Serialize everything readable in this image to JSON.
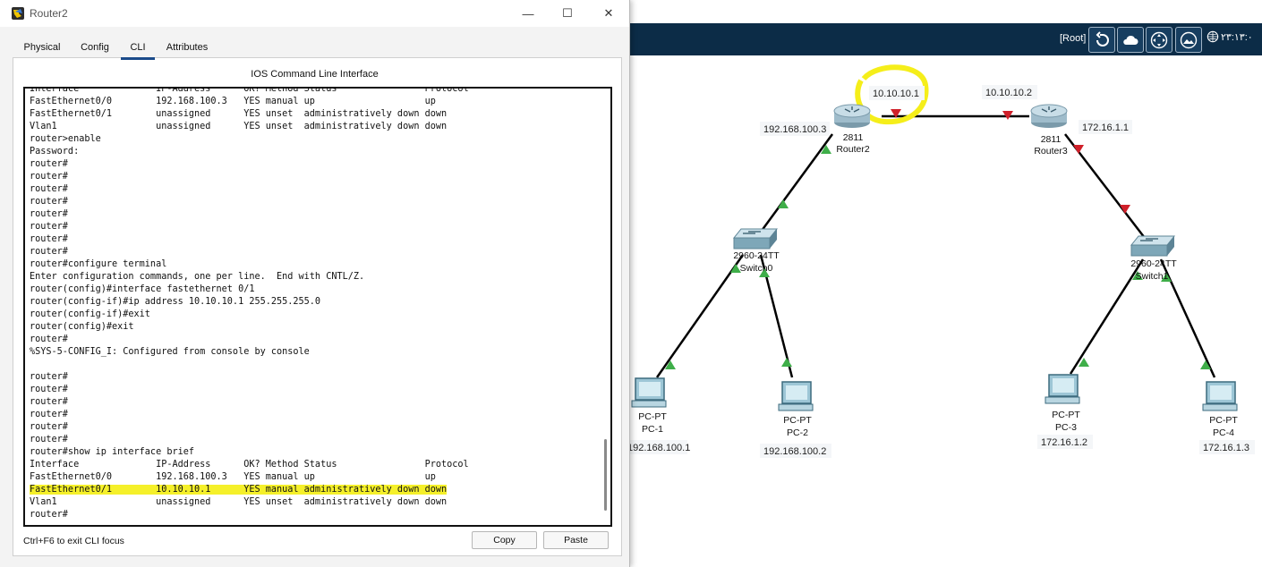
{
  "window": {
    "title": "Router2",
    "minimize": "—",
    "maximize": "☐",
    "close": "✕"
  },
  "tabs": [
    {
      "label": "Physical"
    },
    {
      "label": "Config"
    },
    {
      "label": "CLI",
      "active": true
    },
    {
      "label": "Attributes"
    }
  ],
  "cli": {
    "heading": "IOS Command Line Interface",
    "lines": [
      "Interface              IP-Address      OK? Method Status                Protocol",
      "FastEthernet0/0        192.168.100.3   YES manual up                    up",
      "FastEthernet0/1        unassigned      YES unset  administratively down down",
      "Vlan1                  unassigned      YES unset  administratively down down",
      "router>enable",
      "Password:",
      "router#",
      "router#",
      "router#",
      "router#",
      "router#",
      "router#",
      "router#",
      "router#",
      "router#configure terminal",
      "Enter configuration commands, one per line.  End with CNTL/Z.",
      "router(config)#interface fastethernet 0/1",
      "router(config-if)#ip address 10.10.10.1 255.255.255.0",
      "router(config-if)#exit",
      "router(config)#exit",
      "router#",
      "%SYS-5-CONFIG_I: Configured from console by console",
      "",
      "router#",
      "router#",
      "router#",
      "router#",
      "router#",
      "router#",
      "router#show ip interface brief",
      "Interface              IP-Address      OK? Method Status                Protocol",
      "FastEthernet0/0        192.168.100.3   YES manual up                    up",
      "FastEthernet0/1        10.10.10.1      YES manual administratively down down",
      "Vlan1                  unassigned      YES unset  administratively down down",
      "router#"
    ],
    "highlighted_line_index": 32,
    "hint": "Ctrl+F6 to exit CLI focus",
    "copy_label": "Copy",
    "paste_label": "Paste"
  },
  "toolbar": {
    "root_label": "[Root]",
    "clock": "٢٣:١٣:٠"
  },
  "topology": {
    "routers": [
      {
        "model": "2811",
        "name": "Router2"
      },
      {
        "model": "2811",
        "name": "Router3"
      }
    ],
    "switches": [
      {
        "model": "2960-24TT",
        "name": "Switch0"
      },
      {
        "model": "2960-24TT",
        "name": "Switch1"
      }
    ],
    "pcs": [
      {
        "model": "PC-PT",
        "name": "PC-1",
        "ip": "192.168.100.1"
      },
      {
        "model": "PC-PT",
        "name": "PC-2",
        "ip": "192.168.100.2"
      },
      {
        "model": "PC-PT",
        "name": "PC-3",
        "ip": "172.16.1.2"
      },
      {
        "model": "PC-PT",
        "name": "PC-4",
        "ip": "172.16.1.3"
      }
    ],
    "ip_labels": {
      "router2_lan": "192.168.100.3",
      "router2_wan": "10.10.10.1",
      "router3_wan": "10.10.10.2",
      "router3_lan": "172.16.1.1"
    },
    "colors": {
      "link_up": "#3fae49",
      "link_down": "#d0202a",
      "annotation": "#f5ee1a"
    }
  }
}
